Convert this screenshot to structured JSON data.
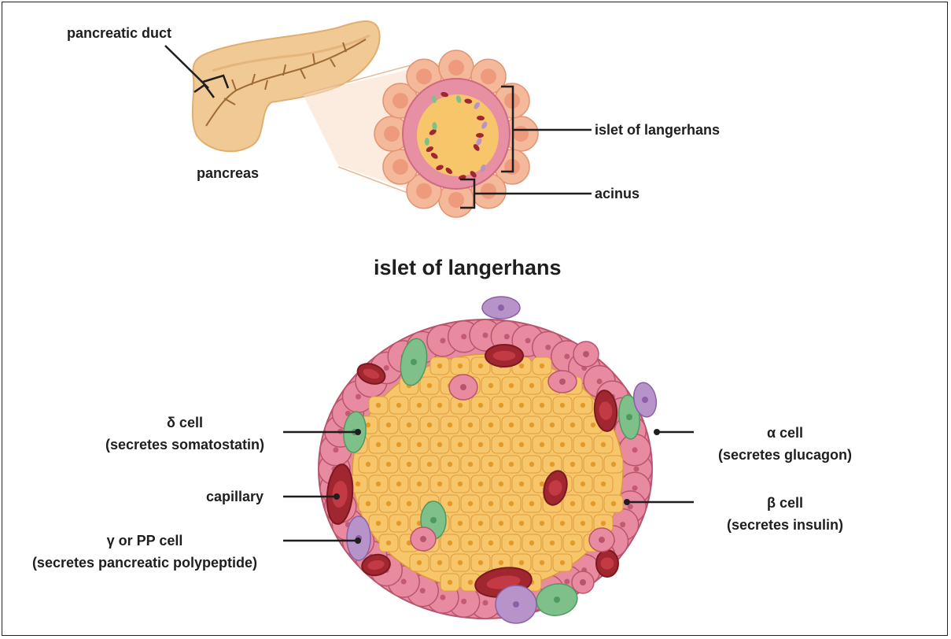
{
  "labels": {
    "pancreatic_duct": "pancreatic duct",
    "pancreas": "pancreas",
    "islet_top": "islet of langerhans",
    "acinus": "acinus",
    "title": "islet of langerhans",
    "delta_cell": "δ cell",
    "delta_secretes": "(secretes somatostatin)",
    "capillary": "capillary",
    "gamma_cell": "γ or PP cell",
    "gamma_secretes": "(secretes pancreatic polypeptide)",
    "alpha_cell": "α cell",
    "alpha_secretes": "(secretes glucagon)",
    "beta_cell": "β cell",
    "beta_secretes": "(secretes insulin)"
  },
  "colors": {
    "beta_cell": "#f8c66a",
    "alpha_cell": "#e98ba0",
    "delta_cell": "#7fbf8a",
    "gamma_cell": "#b693c9",
    "capillary": "#a0272f",
    "pancreas": "#f1c995"
  }
}
